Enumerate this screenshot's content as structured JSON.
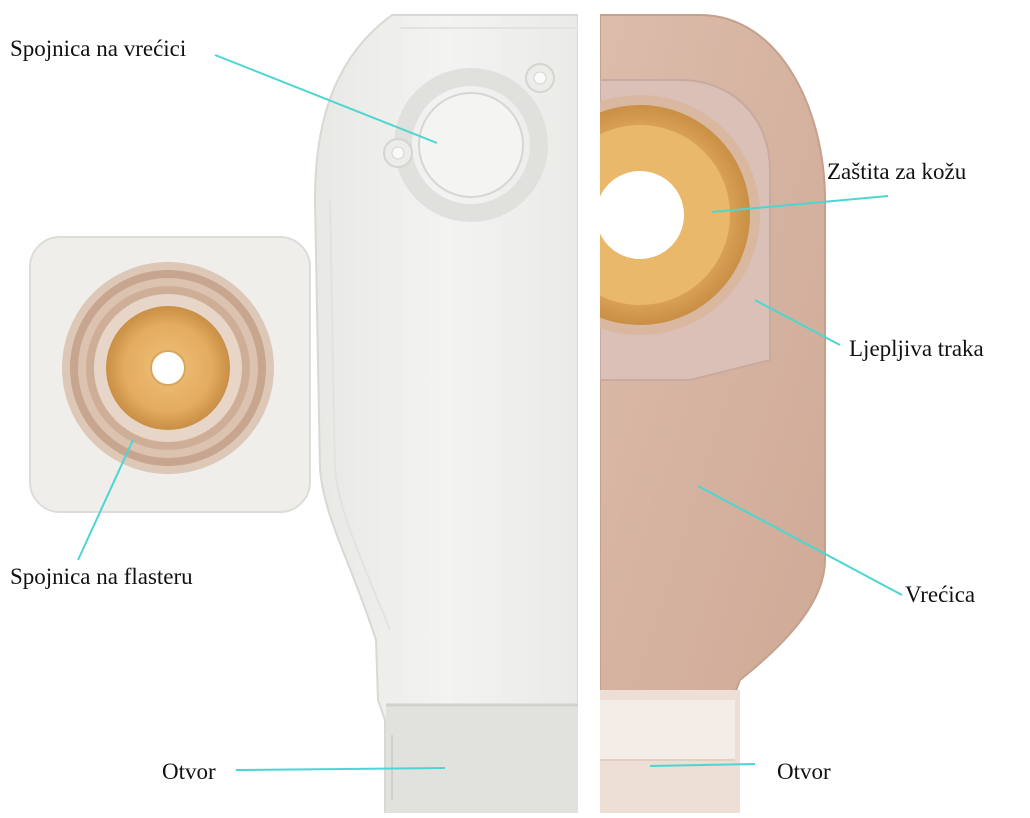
{
  "labels": {
    "pouch_coupling": "Spojnica na vrećici",
    "flange_coupling": "Spojnica na flasteru",
    "outlet_left": "Otvor",
    "skin_barrier": "Zaštita za kožu",
    "adhesive_tape": "Ljepljiva traka",
    "pouch": "Vrećica",
    "outlet_right": "Otvor"
  },
  "colors": {
    "leader_line": "#4dd6d1",
    "clear_pouch": "#eeeeec",
    "clear_pouch_edge": "#dcdcd8",
    "beige_pouch": "#d7b3a2",
    "adhesive_tape": "#d9beb6",
    "hydrocolloid": "#e3ac5f",
    "hydrocolloid_dark": "#c98f45",
    "flange_white": "#f2f1ee",
    "outlet_clear": "#e2e3df"
  }
}
